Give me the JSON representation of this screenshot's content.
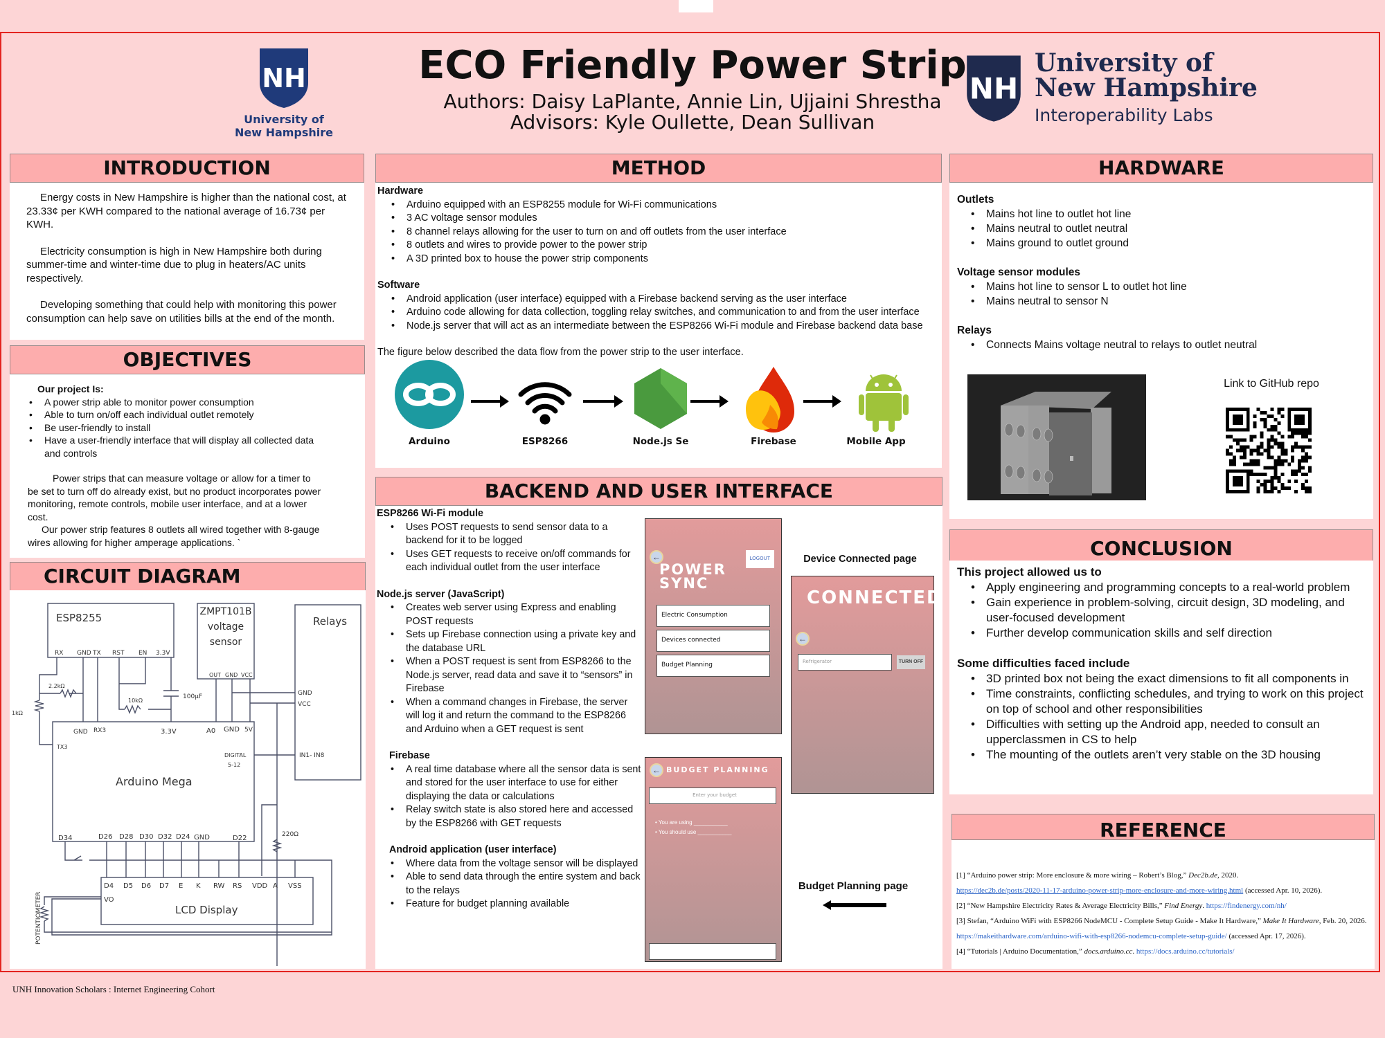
{
  "header": {
    "title": "ECO Friendly Power Strip",
    "authors": "Authors: Daisy LaPlante, Annie Lin, Ujjaini Shrestha",
    "advisors": "Advisors: Kyle Oullette, Dean Sullivan",
    "left_logo": {
      "initials": "NH",
      "line1": "University of",
      "line2": "New Hampshire"
    },
    "right_logo": {
      "initials": "NH",
      "line1": "University of",
      "line2": "New Hampshire",
      "line3": "Interoperability Labs"
    }
  },
  "introduction": {
    "title": "INTRODUCTION",
    "paragraphs": [
      "Energy costs in New Hampshire is higher than the national cost, at 23.33¢ per KWH compared to the national average of 16.73¢ per KWH.",
      "Electricity consumption is high in New Hampshire both during summer-time and winter-time due to plug in heaters/AC units respectively.",
      "Developing something that could help with monitoring this power consumption can help save on utilities bills at the end of the month."
    ]
  },
  "objectives": {
    "title": "OBJECTIVES",
    "heading": "Our project Is:",
    "items": [
      "A power strip able to monitor power consumption",
      "Able to turn on/off each individual outlet remotely",
      "Be user-friendly to install",
      "Have a user-friendly interface that will display all collected data and controls"
    ],
    "p1": "Power strips that can measure voltage or allow for a timer to be set to turn off do already exist, but no product incorporates power monitoring, remote controls, mobile user interface, and at a lower cost.",
    "p2": "Our power strip features 8 outlets all wired together with 8-gauge wires allowing for higher amperage applications. `"
  },
  "circuit": {
    "title": "CIRCUIT DIAGRAM",
    "esp": "ESP8255",
    "esp_pins": [
      "RX",
      "GND",
      "TX",
      "RST",
      "EN",
      "3.3V"
    ],
    "zmpt": [
      "ZMPT101B",
      "voltage",
      "sensor"
    ],
    "zmpt_pins": [
      "OUT",
      "GND",
      "VCC"
    ],
    "relays": "Relays",
    "relay_pins": [
      "GND",
      "VCC",
      "IN1- IN8"
    ],
    "r1": "2.2kΩ",
    "r2": "1kΩ",
    "r3": "10kΩ",
    "cap": "100μF",
    "r4": "220Ω",
    "mega": "Arduino Mega",
    "mega_top": [
      "GND",
      "RX3",
      "3.3V",
      "A0",
      "GND",
      "5V"
    ],
    "tx3": "TX3",
    "digital": [
      "DIGITAL",
      "5-12"
    ],
    "mega_bottom": [
      "D34",
      "D26",
      "D28",
      "D30",
      "D32",
      "D24",
      "GND",
      "D22"
    ],
    "lcd": "LCD Display",
    "lcd_pins": [
      "D4",
      "D5",
      "D6",
      "D7",
      "E",
      "K",
      "RW",
      "RS",
      "VDD",
      "A",
      "VSS"
    ],
    "vo": "VO",
    "pot": "POTENTIOMETER"
  },
  "method": {
    "title": "METHOD",
    "hardware_heading": "Hardware",
    "hardware": [
      "Arduino equipped with an ESP8255 module for Wi-Fi communications",
      "3 AC voltage sensor modules",
      "8 channel relays allowing for the user to turn on and off outlets from the user interface",
      "8 outlets and wires to provide power to the power strip",
      "A 3D printed box to house the power strip components"
    ],
    "software_heading": "Software",
    "software": [
      "Android application (user interface)  equipped with a Firebase backend serving as the user interface",
      "Arduino code allowing for data collection, toggling relay switches, and communication to and from the user interface",
      "Node.js server that will act as an intermediate between the ESP8266 Wi-Fi module and Firebase backend data base"
    ],
    "figure_caption": "The figure below described the data flow from the power strip to the user interface.",
    "flow": [
      "Arduino",
      "ESP8266",
      "Node.js Se",
      "Firebase",
      "Mobile App"
    ]
  },
  "backend": {
    "title": "BACKEND AND USER INTERFACE",
    "esp_heading": "ESP8266 Wi-Fi module",
    "esp": [
      "Uses POST requests to send sensor data to a backend for it to be logged",
      "Uses GET requests to receive on/off commands for each individual outlet from the user interface"
    ],
    "node_heading": "Node.js server (JavaScript)",
    "node": [
      "Creates web server using Express and enabling POST requests",
      "Sets up Firebase connection using a private key and the database URL",
      "When a POST request is sent from ESP8266 to the Node.js server, read data and save it to “sensors” in Firebase",
      "When a command changes in Firebase, the server will log it and return the command to the ESP8266 and Arduino when a GET request is sent"
    ],
    "firebase_heading": "Firebase",
    "firebase": [
      "A real time database where all the sensor data is sent and stored for the user interface to use for either displaying the data or calculations",
      "Relay switch state is also stored here and accessed by the ESP8266 with GET requests"
    ],
    "android_heading": "Android application (user interface)",
    "android": [
      "Where data from the voltage sensor will be displayed",
      "Able to send data through the entire system and back to the relays",
      "Feature for budget planning available"
    ],
    "app_main": {
      "title": "POWER SYNC",
      "logout": "LOGOUT",
      "buttons": [
        "Electric Consumption",
        "Devices connected",
        "Budget Planning"
      ]
    },
    "app_connected": {
      "title": "CONNECTED",
      "device": "Refrigerator",
      "toggle": "TURN OFF"
    },
    "app_budget": {
      "title": "BUDGET PLANNING",
      "placeholder": "Enter your budget",
      "lines": [
        "• You are using ___________",
        "• You should use ___________"
      ]
    },
    "device_connected_label": "Device Connected page",
    "budget_label": "Budget Planning page"
  },
  "hardware": {
    "title": "HARDWARE",
    "outlets_heading": "Outlets",
    "outlets": [
      "Mains hot line to outlet hot line",
      "Mains neutral to outlet neutral",
      "Mains ground to outlet ground"
    ],
    "sensor_heading": "Voltage sensor modules",
    "sensor": [
      "Mains hot line to sensor L to outlet hot line",
      "Mains neutral to sensor N"
    ],
    "relays_heading": "Relays",
    "relays": [
      "Connects Mains voltage neutral to relays to outlet neutral"
    ],
    "github_label": "Link to GitHub repo"
  },
  "conclusion": {
    "title": "CONCLUSION",
    "h1": "This project allowed us to",
    "l1": [
      "Apply engineering and programming concepts to a real-world problem",
      "Gain experience in problem-solving, circuit design, 3D modeling, and user-focused development",
      "Further develop communication skills and self direction"
    ],
    "h2": "Some difficulties faced include",
    "l2": [
      "3D printed box not being the exact dimensions to fit all components in",
      "Time constraints, conflicting schedules, and trying to work on this project on top of school and other responsibilities",
      "Difficulties with setting up the Android app, needed to consult an upperclassmen in CS to help",
      "The mounting of the outlets aren’t very stable on the 3D housing"
    ]
  },
  "reference": {
    "title": "REFERENCE",
    "r1a": "[1] “Arduino power strip: More enclosure & more wiring – Robert’s Blog,” ",
    "r1i": "Dec2b.de",
    "r1b": ", 2020.",
    "r1url": "https://dec2b.de/posts/2020-11-17-arduino-power-strip-more-enclosure-and-more-wiring.html",
    "r1c": "  (accessed Apr. 10, 2026).",
    "r2a": "[2] “New Hampshire Electricity Rates & Average Electricity Bills,” ",
    "r2i": "Find Energy",
    "r2b": ". ",
    "r2url": "https://findenergy.com/nh/",
    "r3a": "[3] Stefan, “Arduino WiFi with ESP8266 NodeMCU - Complete Setup Guide - Make It Hardware,” ",
    "r3i": "Make It Hardware",
    "r3b": ", Feb. 20, 2026. ",
    "r3url": "https://makeithardware.com/arduino-wifi-with-esp8266-nodemcu-complete-setup-guide/",
    "r3c": " (accessed Apr. 17, 2026).",
    "r4a": "[4] “Tutorials | Arduino Documentation,” ",
    "r4i": "docs.arduino.cc",
    "r4b": ". ",
    "r4url": "https://docs.arduino.cc/tutorials/"
  },
  "footer": "UNH Innovation Scholars : Internet Engineering Cohort",
  "colors": {
    "header_fill": "#fdadad",
    "background": "#fdd5d6",
    "frame": "#e3231f",
    "unh_blue": "#1f3a7a"
  }
}
